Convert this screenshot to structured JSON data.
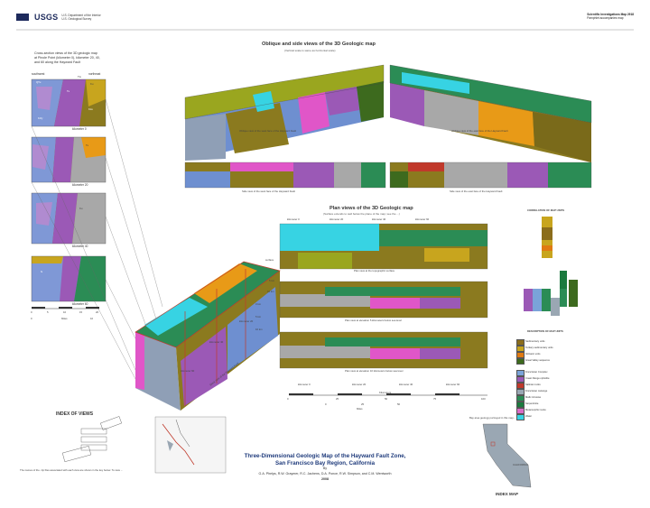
{
  "header": {
    "logo": "USGS",
    "dept_line1": "U.S. Department of the Interior",
    "dept_line2": "U.S. Geological Survey",
    "series": "Scientific Investigations Map 2918",
    "series_sub": "Pamphlet accompanies map"
  },
  "cross_sections": {
    "title_line1": "Cross-section views of the 3D geologic map",
    "title_line2": "at Pinole Point (kilometer 0), kilometer 20, 40,",
    "title_line3": "and 60 along the Hayward Fault",
    "southwest": "southwest",
    "northeast": "northeast",
    "km_labels": [
      "kilometer 0",
      "kilometer 20",
      "kilometer 40",
      "kilometer 60"
    ],
    "unit_labels": [
      "QTu",
      "Tu",
      "Ku",
      "KJfy",
      "KJo",
      "Tlo",
      "Tu",
      "Ku",
      "fs"
    ],
    "scale_ticks": [
      "0",
      "5",
      "10",
      "15",
      "20"
    ],
    "scale_ticks_bottom": [
      "0",
      "10"
    ],
    "scale_unit": "Miles"
  },
  "oblique": {
    "title": "Oblique and side views of the 3D Geologic map",
    "subtitle": "(Vertical scale is same as horizontal scale)",
    "caption_west": "Oblique view of the west face of the Hayward Fault",
    "caption_east": "Oblique view of the east face of the Hayward Fault",
    "side_west": "Side view of the west face of the Hayward Fault",
    "side_east": "Side view of the east face of the Hayward Fault"
  },
  "plan": {
    "title": "Plan views of the 3D Geologic map",
    "subtitle": "(Surface extends to well below the plane of the map; see the ...)",
    "km_top": [
      "kilometer 0",
      "kilometer 20",
      "kilometer 40",
      "kilometer 60"
    ],
    "km_bottom": [
      "kilometer 0",
      "kilometer 20",
      "kilometer 40",
      "kilometer 60"
    ],
    "caption1": "Plan view at the topographic surface",
    "caption2": "Plan view at elevation 5 kilometers below sea level",
    "caption3": "Plan view at elevation 10 kilometers below sea level",
    "scale_top": [
      "0",
      "25",
      "50",
      "75",
      "100"
    ],
    "scale_bottom": [
      "0",
      "25",
      "50"
    ],
    "scale_unit_top": "Kilometers",
    "scale_unit_bottom": "Miles",
    "side_labels": [
      "surface",
      "5 km",
      "10 km"
    ]
  },
  "block": {
    "depth_labels": [
      "0 km",
      "5 km",
      "10 km"
    ],
    "km_labels": [
      "kilometer 60",
      "kilometer 40",
      "kilometer 20"
    ],
    "caption": "Block view of the Hayward Fault..."
  },
  "index_views": {
    "title": "INDEX OF VIEWS",
    "note": "The names of the .zip files associated with each view are shown in the key below. To view ..."
  },
  "index_map": {
    "title": "INDEX MAP",
    "state": "CALIFORNIA",
    "note": "Bay area geology portrayed in this map..."
  },
  "explanation": {
    "correlation_title": "CORRELATION OF MAP UNITS",
    "description_title": "DESCRIPTION OF MAP UNITS",
    "units": [
      {
        "label": "Sedimentary units",
        "color": "#8b6d1c"
      },
      {
        "label": "Tertiary sedimentary units",
        "color": "#c8a51e"
      },
      {
        "label": "Volcanic units",
        "color": "#e07a12"
      },
      {
        "label": "Great Valley sequence",
        "color": "#3d6a1e"
      },
      {
        "label": "Franciscan Complex",
        "color": "#7aa3d9"
      },
      {
        "label": "Coast Range ophiolite",
        "color": "#9b59b6"
      },
      {
        "label": "Salinian rocks",
        "color": "#c0392b"
      },
      {
        "label": "Franciscan melange",
        "color": "#9aa7b3"
      },
      {
        "label": "Mafic intrusive",
        "color": "#2b8c55"
      },
      {
        "label": "Serpentinite",
        "color": "#1b7a3e"
      },
      {
        "label": "Metamorphic rocks",
        "color": "#d96ac6"
      },
      {
        "label": "Water",
        "color": "#37d3e3"
      }
    ]
  },
  "title_block": {
    "line1": "Three-Dimensional Geologic Map of the Hayward Fault Zone,",
    "line2": "San Francisco Bay Region, California",
    "by": "By",
    "authors": "G.A. Phelps, R.W. Graymer, R.C. Jachens, D.A. Ponce, R.W. Simpson, and C.M. Wentworth",
    "year": "2008"
  },
  "colors": {
    "olive": "#8b7a1f",
    "blue": "#6e8fd0",
    "purple": "#9b59b6",
    "green": "#2b8c55",
    "cyan": "#37d3e3",
    "orange": "#e89a17",
    "pink": "#e056c8",
    "gray": "#a8a8a8",
    "red": "#c0392b",
    "dkgreen": "#3f6b1f"
  }
}
